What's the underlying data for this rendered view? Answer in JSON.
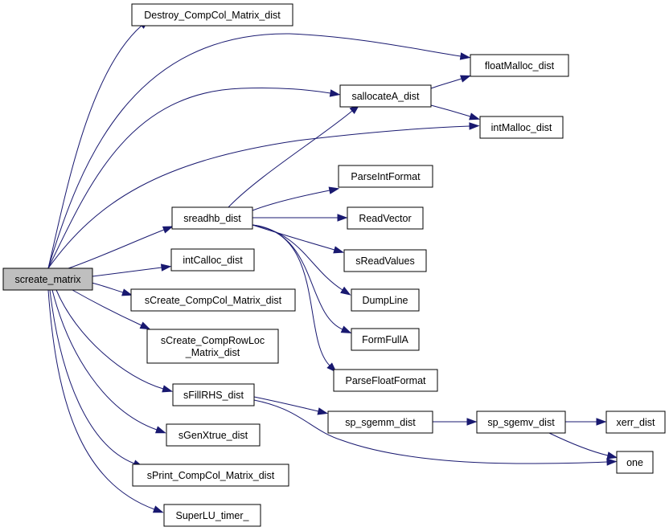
{
  "graph": {
    "nodes": [
      {
        "id": "screate_matrix",
        "lines": [
          "screate_matrix"
        ],
        "highlight": true
      },
      {
        "id": "Destroy_CompCol_Matrix_dist",
        "lines": [
          "Destroy_CompCol_Matrix_dist"
        ]
      },
      {
        "id": "floatMalloc_dist",
        "lines": [
          "floatMalloc_dist"
        ]
      },
      {
        "id": "sallocateA_dist",
        "lines": [
          "sallocateA_dist"
        ]
      },
      {
        "id": "intMalloc_dist",
        "lines": [
          "intMalloc_dist"
        ]
      },
      {
        "id": "ParseIntFormat",
        "lines": [
          "ParseIntFormat"
        ]
      },
      {
        "id": "sreadhb_dist",
        "lines": [
          "sreadhb_dist"
        ]
      },
      {
        "id": "ReadVector",
        "lines": [
          "ReadVector"
        ]
      },
      {
        "id": "sReadValues",
        "lines": [
          "sReadValues"
        ]
      },
      {
        "id": "intCalloc_dist",
        "lines": [
          "intCalloc_dist"
        ]
      },
      {
        "id": "DumpLine",
        "lines": [
          "DumpLine"
        ]
      },
      {
        "id": "sCreate_CompCol_Matrix_dist",
        "lines": [
          "sCreate_CompCol_Matrix_dist"
        ]
      },
      {
        "id": "FormFullA",
        "lines": [
          "FormFullA"
        ]
      },
      {
        "id": "sCreate_CompRowLoc_Matrix_dist",
        "lines": [
          "sCreate_CompRowLoc",
          "_Matrix_dist"
        ]
      },
      {
        "id": "ParseFloatFormat",
        "lines": [
          "ParseFloatFormat"
        ]
      },
      {
        "id": "sFillRHS_dist",
        "lines": [
          "sFillRHS_dist"
        ]
      },
      {
        "id": "sp_sgemm_dist",
        "lines": [
          "sp_sgemm_dist"
        ]
      },
      {
        "id": "sp_sgemv_dist",
        "lines": [
          "sp_sgemv_dist"
        ]
      },
      {
        "id": "xerr_dist",
        "lines": [
          "xerr_dist"
        ]
      },
      {
        "id": "sGenXtrue_dist",
        "lines": [
          "sGenXtrue_dist"
        ]
      },
      {
        "id": "one",
        "lines": [
          "one"
        ]
      },
      {
        "id": "sPrint_CompCol_Matrix_dist",
        "lines": [
          "sPrint_CompCol_Matrix_dist"
        ]
      },
      {
        "id": "SuperLU_timer_",
        "lines": [
          "SuperLU_timer_"
        ]
      }
    ],
    "edges": [
      {
        "from": "screate_matrix",
        "to": "Destroy_CompCol_Matrix_dist"
      },
      {
        "from": "screate_matrix",
        "to": "floatMalloc_dist"
      },
      {
        "from": "screate_matrix",
        "to": "sallocateA_dist"
      },
      {
        "from": "screate_matrix",
        "to": "intMalloc_dist"
      },
      {
        "from": "screate_matrix",
        "to": "sreadhb_dist"
      },
      {
        "from": "screate_matrix",
        "to": "intCalloc_dist"
      },
      {
        "from": "screate_matrix",
        "to": "sCreate_CompCol_Matrix_dist"
      },
      {
        "from": "screate_matrix",
        "to": "sCreate_CompRowLoc_Matrix_dist"
      },
      {
        "from": "screate_matrix",
        "to": "sFillRHS_dist"
      },
      {
        "from": "screate_matrix",
        "to": "sGenXtrue_dist"
      },
      {
        "from": "screate_matrix",
        "to": "sPrint_CompCol_Matrix_dist"
      },
      {
        "from": "screate_matrix",
        "to": "SuperLU_timer_"
      },
      {
        "from": "sallocateA_dist",
        "to": "floatMalloc_dist"
      },
      {
        "from": "sallocateA_dist",
        "to": "intMalloc_dist"
      },
      {
        "from": "sreadhb_dist",
        "to": "sallocateA_dist"
      },
      {
        "from": "sreadhb_dist",
        "to": "ParseIntFormat"
      },
      {
        "from": "sreadhb_dist",
        "to": "ReadVector"
      },
      {
        "from": "sreadhb_dist",
        "to": "sReadValues"
      },
      {
        "from": "sreadhb_dist",
        "to": "DumpLine"
      },
      {
        "from": "sreadhb_dist",
        "to": "FormFullA"
      },
      {
        "from": "sreadhb_dist",
        "to": "ParseFloatFormat"
      },
      {
        "from": "sFillRHS_dist",
        "to": "sp_sgemm_dist"
      },
      {
        "from": "sFillRHS_dist",
        "to": "one"
      },
      {
        "from": "sp_sgemm_dist",
        "to": "sp_sgemv_dist"
      },
      {
        "from": "sp_sgemv_dist",
        "to": "xerr_dist"
      },
      {
        "from": "sp_sgemv_dist",
        "to": "one"
      }
    ]
  }
}
